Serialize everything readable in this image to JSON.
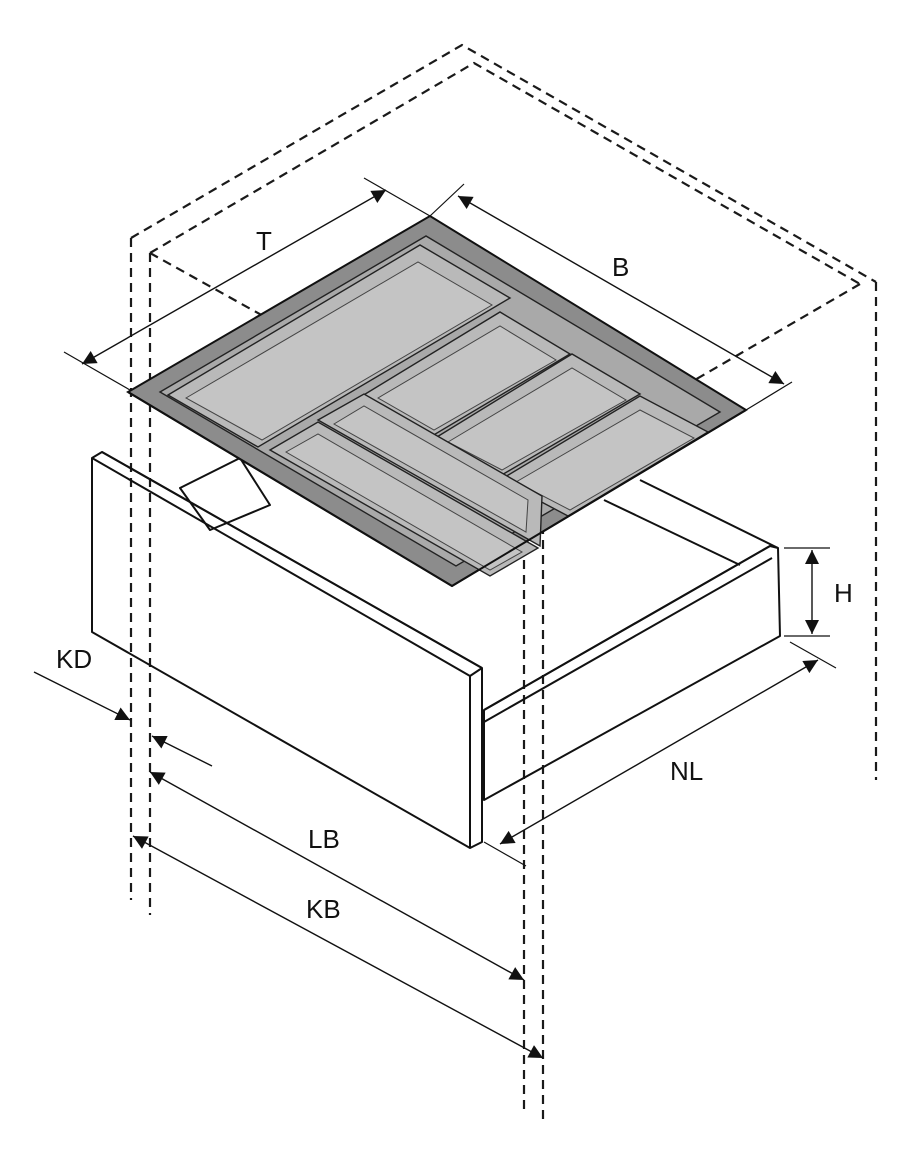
{
  "labels": {
    "T": "T",
    "B": "B",
    "H": "H",
    "KD": "KD",
    "NL": "NL",
    "LB": "LB",
    "KB": "KB"
  },
  "colors": {
    "tray": "#8c8c8c",
    "tray_inner": "#a9a9a9",
    "drawer_side": "#dcdcdc",
    "line": "#111111"
  }
}
